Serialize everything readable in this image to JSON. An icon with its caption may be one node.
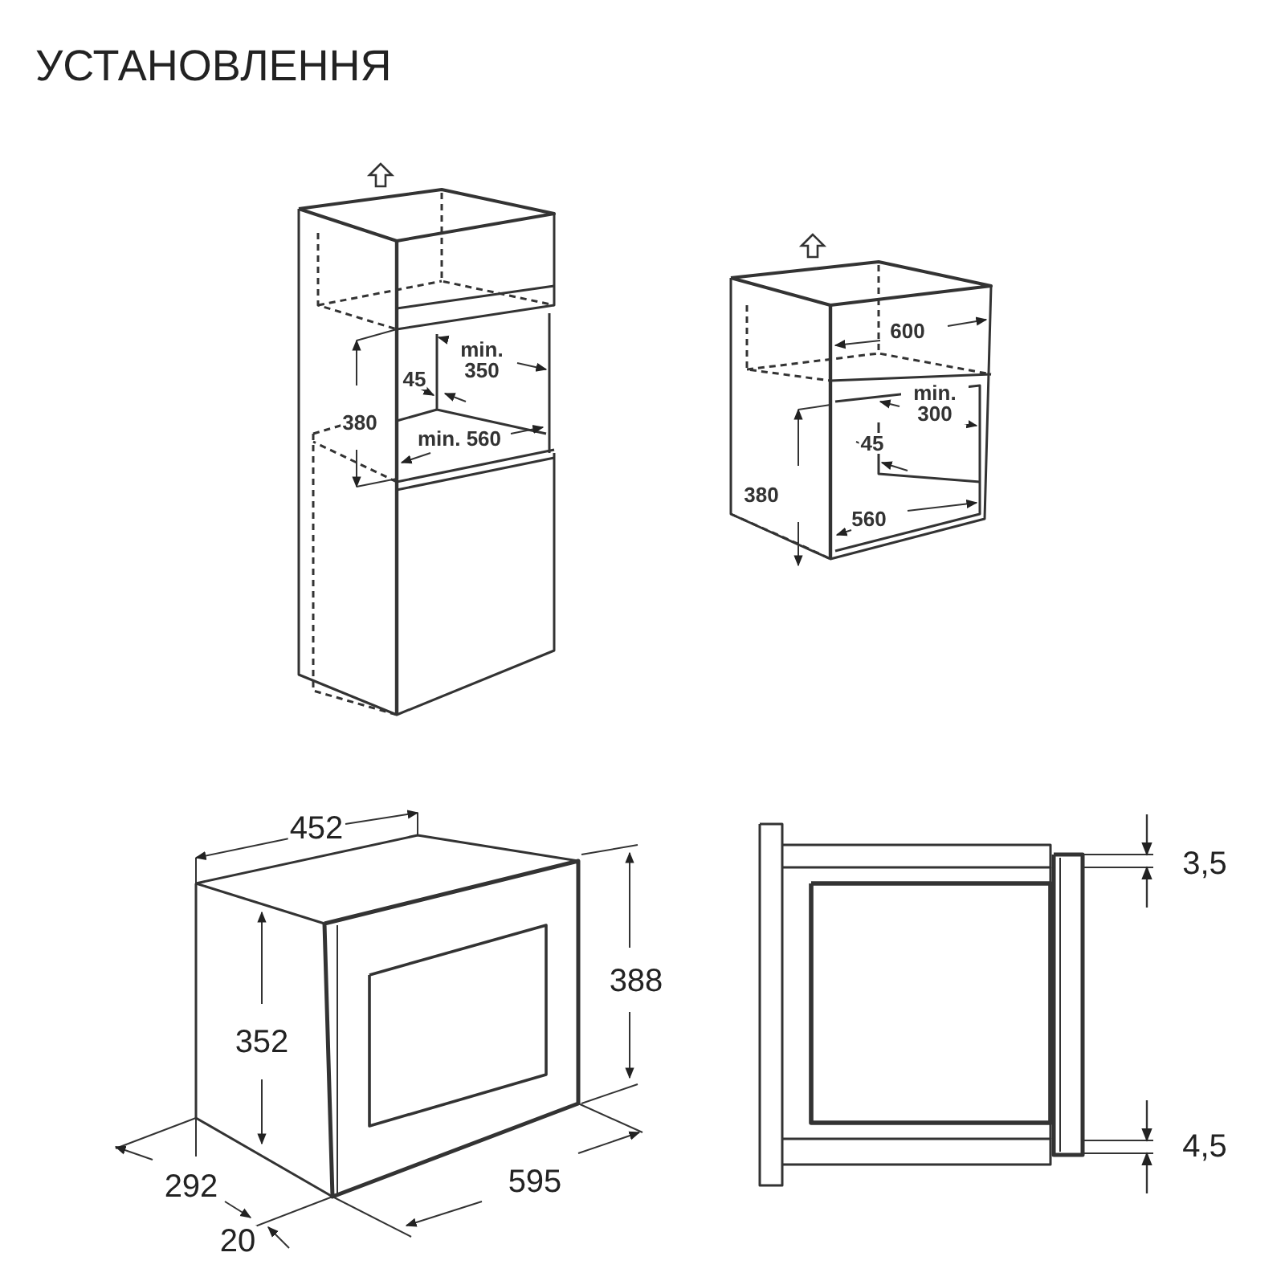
{
  "diagram": {
    "title": "УСТАНОВЛЕННЯ",
    "labels": [
      "min. 350",
      "45",
      "380",
      "min. 560",
      "600",
      "min. 300",
      "45",
      "380",
      "560",
      "452",
      "3,5",
      "388",
      "352",
      "292",
      "595",
      "4,5",
      "20"
    ]
  }
}
